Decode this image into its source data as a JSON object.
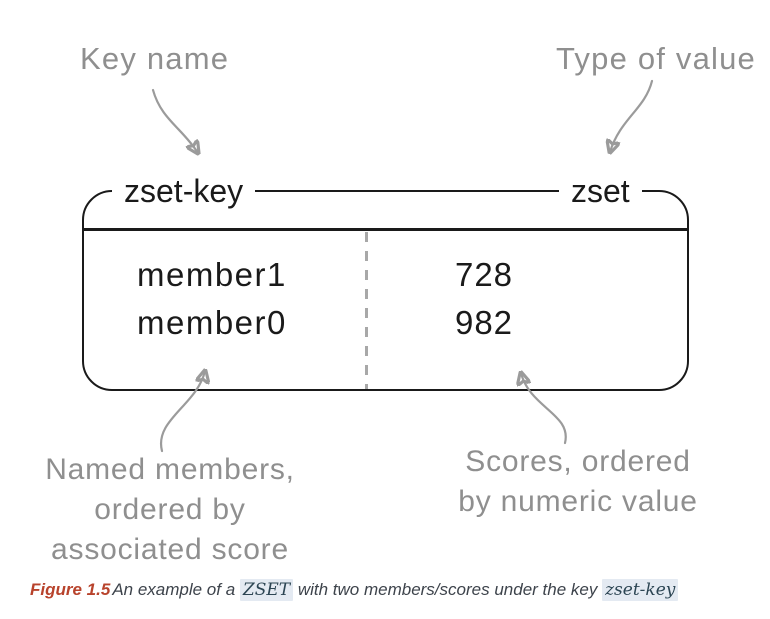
{
  "figure": {
    "top_labels": {
      "key_name": "Key name",
      "type_of_value": "Type of value"
    },
    "box": {
      "key": "zset-key",
      "type": "zset",
      "rows": [
        {
          "member": "member1",
          "score": "728"
        },
        {
          "member": "member0",
          "score": "982"
        }
      ]
    },
    "notes": {
      "members": [
        "Named members,",
        "ordered by",
        "associated score"
      ],
      "scores": [
        "Scores, ordered",
        "by numeric value"
      ]
    },
    "caption": {
      "label": "Figure 1.5",
      "part1": "An example of a ",
      "code1": "ZSET",
      "part2": " with two members/scores under the key ",
      "code2": "zset-key"
    },
    "colors": {
      "outline_black": "#1a1a1a",
      "annotation_gray": "#8f8f8f",
      "arrow_gray": "#9b9b9b",
      "dashed_divider_gray": "#a8a8a8",
      "caption_label_red": "#b8432c",
      "caption_text": "#3d434b",
      "code_text": "#2c4553",
      "code_highlight_bg": "#e4eaf2"
    }
  }
}
